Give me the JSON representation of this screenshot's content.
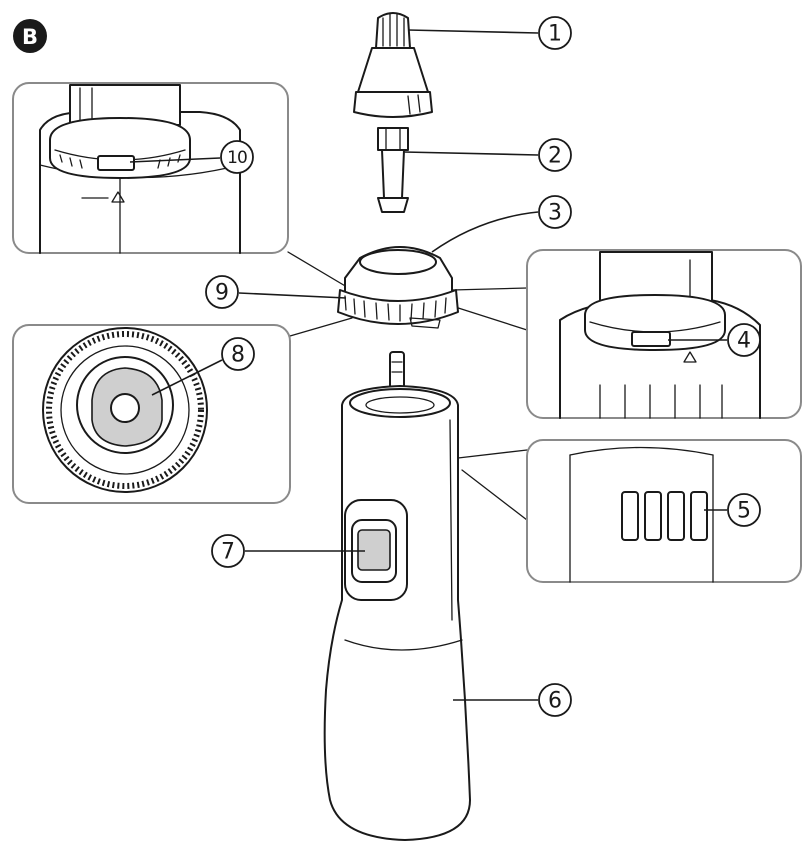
{
  "figure": {
    "badge": "B",
    "colors": {
      "ink": "#1a1a1a",
      "inset_border": "#8a8a8a",
      "shade": "#cfcfcf"
    }
  },
  "callouts": [
    {
      "id": "1",
      "label": "1"
    },
    {
      "id": "2",
      "label": "2"
    },
    {
      "id": "3",
      "label": "3"
    },
    {
      "id": "4",
      "label": "4"
    },
    {
      "id": "5",
      "label": "5"
    },
    {
      "id": "6",
      "label": "6"
    },
    {
      "id": "7",
      "label": "7"
    },
    {
      "id": "8",
      "label": "8"
    },
    {
      "id": "9",
      "label": "9"
    },
    {
      "id": "10",
      "label": "10"
    }
  ]
}
